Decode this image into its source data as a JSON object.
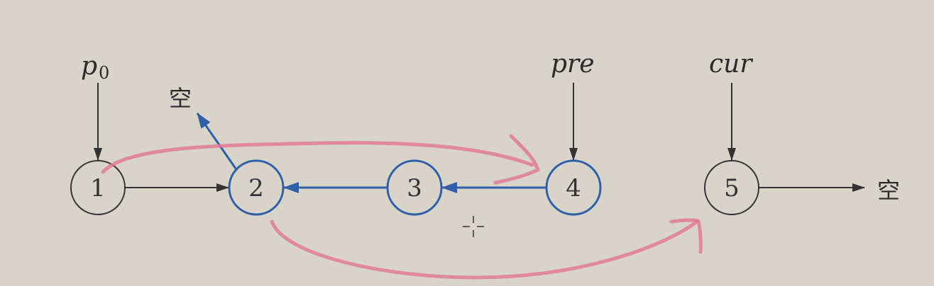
{
  "diagram": {
    "nodes": [
      {
        "label": "1",
        "highlighted": false
      },
      {
        "label": "2",
        "highlighted": true
      },
      {
        "label": "3",
        "highlighted": true
      },
      {
        "label": "4",
        "highlighted": true
      },
      {
        "label": "5",
        "highlighted": false
      }
    ],
    "pointers": {
      "p0": {
        "text": "p",
        "subscript": "0",
        "target_node": "1"
      },
      "pre": {
        "text": "pre",
        "target_node": "4"
      },
      "cur": {
        "text": "cur",
        "target_node": "5"
      }
    },
    "null_labels": {
      "above": "空",
      "right": "空"
    },
    "colors": {
      "background": "#d9d4ca",
      "node_default": "#333333",
      "node_highlight": "#2f5fa8",
      "annotation": "#e07a94"
    }
  }
}
